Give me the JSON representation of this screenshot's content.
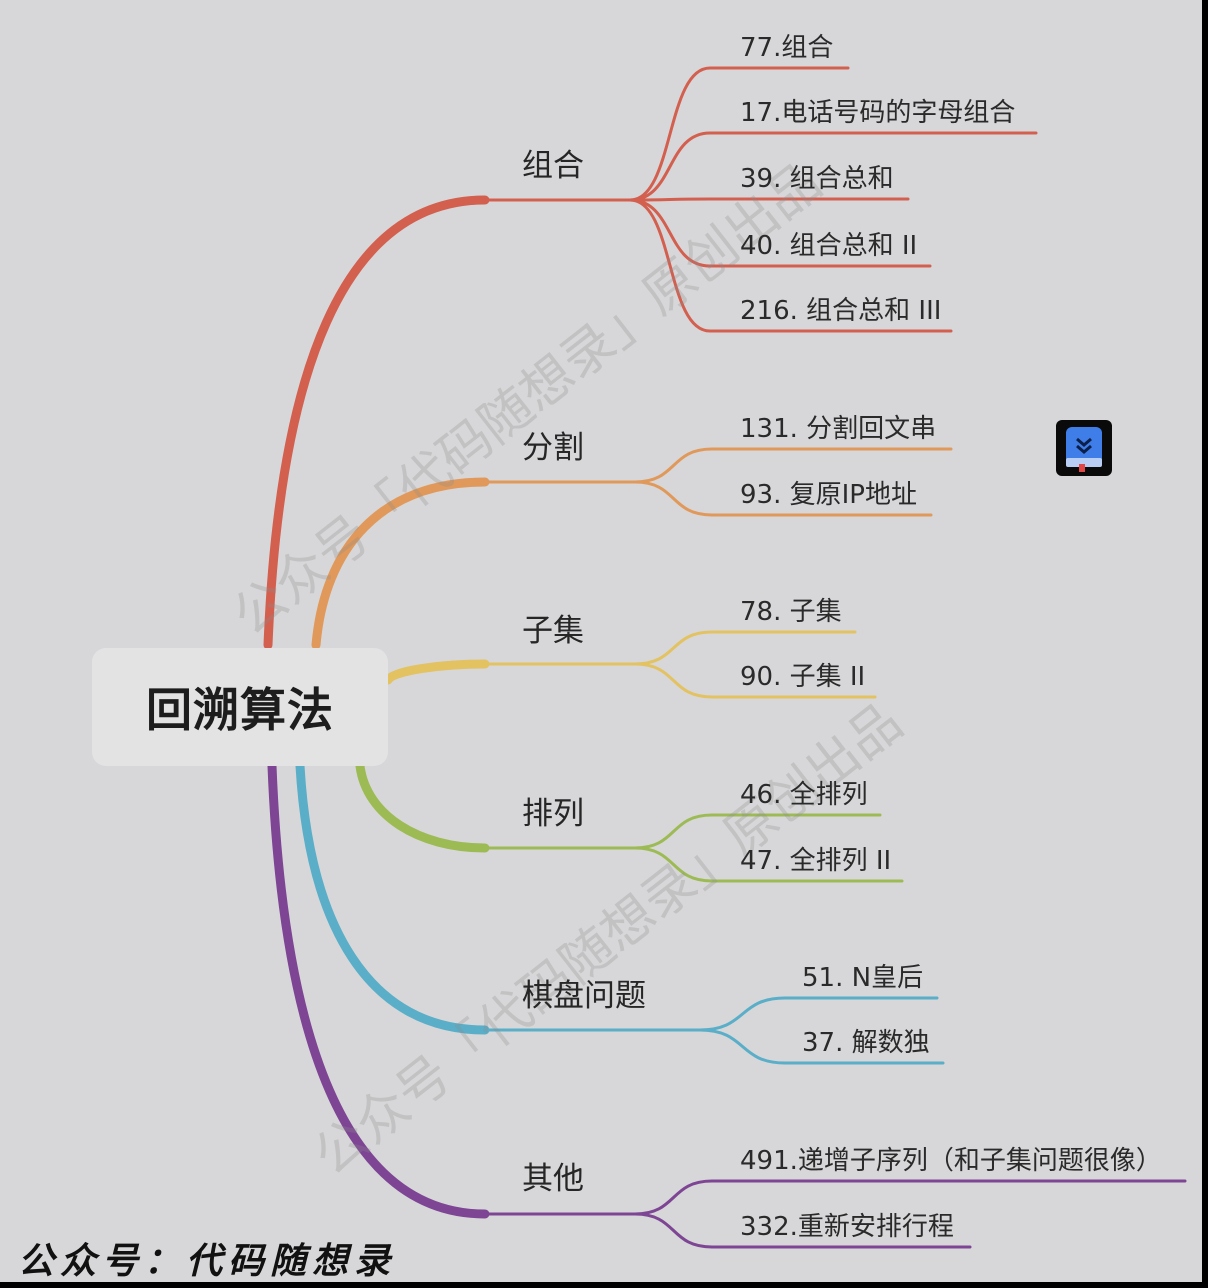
{
  "root": {
    "label": "回溯算法"
  },
  "branches": [
    {
      "label": "组合",
      "color": "#d35f4f",
      "items": [
        "77.组合",
        "17.电话号码的字母组合",
        "39. 组合总和",
        "40. 组合总和 II",
        "216. 组合总和 III"
      ]
    },
    {
      "label": "分割",
      "color": "#e0995a",
      "items": [
        "131. 分割回文串",
        "93. 复原IP地址"
      ]
    },
    {
      "label": "子集",
      "color": "#e3c262",
      "items": [
        "78. 子集",
        "90. 子集 II"
      ]
    },
    {
      "label": "排列",
      "color": "#9dbb55",
      "items": [
        "46. 全排列",
        "47. 全排列 II"
      ]
    },
    {
      "label": "棋盘问题",
      "color": "#5aaec8",
      "items": [
        "51. N皇后",
        "37. 解数独"
      ]
    },
    {
      "label": "其他",
      "color": "#7d4594",
      "items": [
        "491.递增子序列（和子集问题很像）",
        "332.重新安排行程"
      ]
    }
  ],
  "watermarks": [
    "公众号「代码随想录」原创出品",
    "公众号「代码随想录」原创出品"
  ],
  "footer": "公众号：代码随想录",
  "icons": {
    "app": "book-app-icon"
  }
}
